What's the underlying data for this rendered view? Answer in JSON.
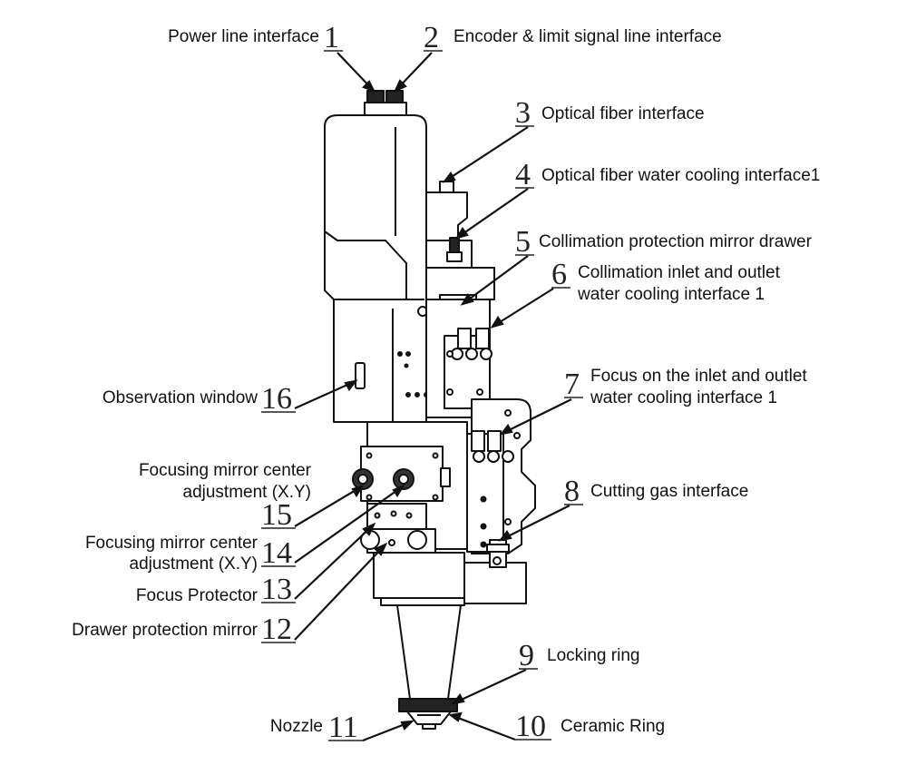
{
  "labels": [
    {
      "id": "1",
      "number": "1",
      "lines": [
        "Power line interface"
      ]
    },
    {
      "id": "2",
      "number": "2",
      "lines": [
        "Encoder & limit signal line interface"
      ]
    },
    {
      "id": "3",
      "number": "3",
      "lines": [
        "Optical fiber interface"
      ]
    },
    {
      "id": "4",
      "number": "4",
      "lines": [
        "Optical fiber water cooling interface1"
      ]
    },
    {
      "id": "5",
      "number": "5",
      "lines": [
        "Collimation protection mirror drawer"
      ]
    },
    {
      "id": "6",
      "number": "6",
      "lines": [
        "Collimation inlet and outlet",
        "water cooling interface 1"
      ]
    },
    {
      "id": "7",
      "number": "7",
      "lines": [
        "Focus on the inlet and outlet",
        "water cooling interface 1"
      ]
    },
    {
      "id": "8",
      "number": "8",
      "lines": [
        "Cutting gas interface"
      ]
    },
    {
      "id": "9",
      "number": "9",
      "lines": [
        "Locking ring"
      ]
    },
    {
      "id": "10",
      "number": "10",
      "lines": [
        "Ceramic Ring"
      ]
    },
    {
      "id": "11",
      "number": "11",
      "lines": [
        "Nozzle"
      ]
    },
    {
      "id": "12",
      "number": "12",
      "lines": [
        "Drawer protection mirror"
      ]
    },
    {
      "id": "13",
      "number": "13",
      "lines": [
        "Focus Protector"
      ]
    },
    {
      "id": "14",
      "number": "14",
      "lines": [
        "Focusing mirror center",
        "adjustment (X.Y)"
      ]
    },
    {
      "id": "15",
      "number": "15",
      "lines": [
        "Focusing mirror center",
        "adjustment (X.Y)"
      ]
    },
    {
      "id": "16",
      "number": "16",
      "lines": [
        "Observation window"
      ]
    }
  ]
}
